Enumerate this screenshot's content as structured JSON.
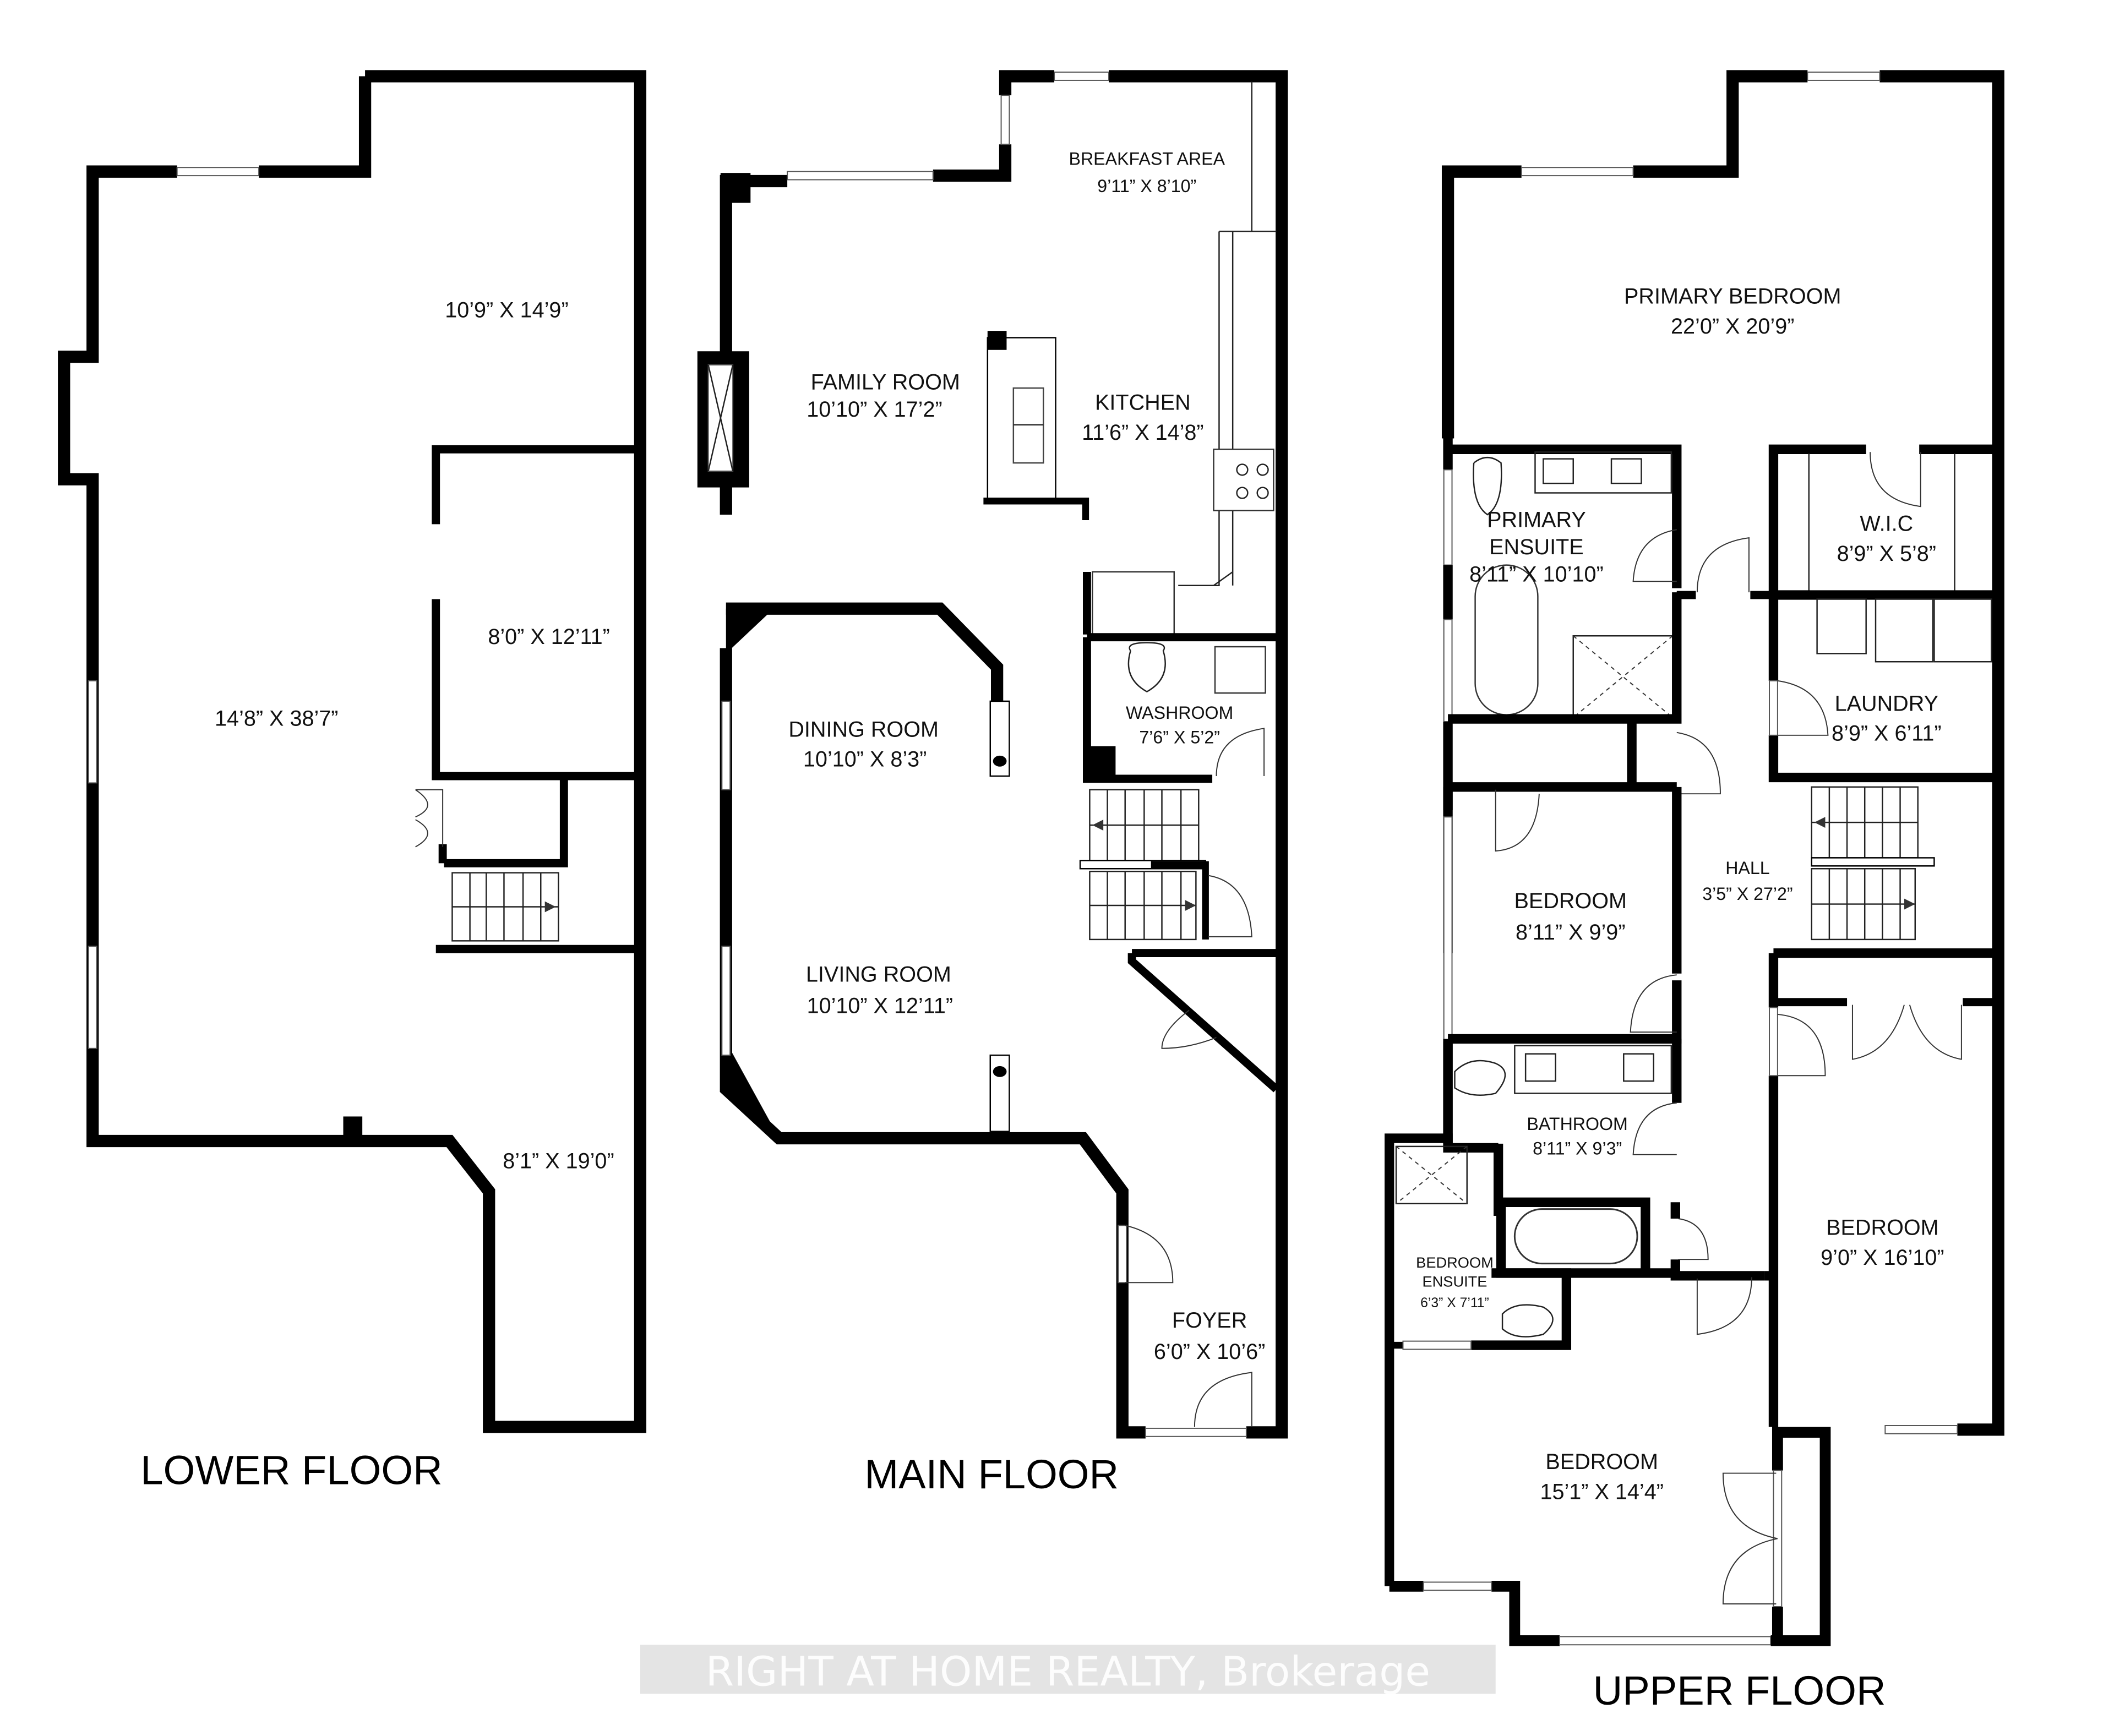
{
  "floors": {
    "lower": {
      "title": "LOWER FLOOR",
      "rooms": [
        {
          "name": "",
          "dims": "10’9” X 14’9”"
        },
        {
          "name": "",
          "dims": "8’0” X 12’11”"
        },
        {
          "name": "",
          "dims": "14’8” X 38’7”"
        },
        {
          "name": "",
          "dims": "8’1” X 19’0”"
        }
      ]
    },
    "main": {
      "title": "MAIN FLOOR",
      "rooms": [
        {
          "name": "BREAKFAST AREA",
          "dims": "9’11” X 8’10”"
        },
        {
          "name": "FAMILY ROOM",
          "dims": "10’10” X 17’2”"
        },
        {
          "name": "KITCHEN",
          "dims": "11’6” X 14’8”"
        },
        {
          "name": "DINING ROOM",
          "dims": "10’10” X 8’3”"
        },
        {
          "name": "WASHROOM",
          "dims": "7’6” X 5’2”"
        },
        {
          "name": "LIVING ROOM",
          "dims": "10’10” X 12’11”"
        },
        {
          "name": "FOYER",
          "dims": "6’0” X 10’6”"
        }
      ]
    },
    "upper": {
      "title": "UPPER FLOOR",
      "rooms": [
        {
          "name": "PRIMARY BEDROOM",
          "dims": "22’0” X 20’9”"
        },
        {
          "name": "PRIMARY",
          "name2": "ENSUITE",
          "dims": "8’11” X 10’10”"
        },
        {
          "name": "W.I.C",
          "dims": "8’9” X 5’8”"
        },
        {
          "name": "LAUNDRY",
          "dims": "8’9” X 6’11”"
        },
        {
          "name": "BEDROOM",
          "dims": "8’11” X 9’9”"
        },
        {
          "name": "HALL",
          "dims": "3’5” X 27’2”"
        },
        {
          "name": "BATHROOM",
          "dims": "8’11” X 9’3”"
        },
        {
          "name": "BEDROOM",
          "dims": "9’0” X 16’10”"
        },
        {
          "name": "BEDROOM",
          "name2": "ENSUITE",
          "dims": "6’3” X 7’11”"
        },
        {
          "name": "BEDROOM",
          "dims": "15’1” X 14’4”"
        }
      ]
    }
  },
  "watermark": "RIGHT AT HOME REALTY, Brokerage",
  "colors": {
    "wall": "#000000",
    "background": "#ffffff",
    "fixture": "#333333"
  }
}
